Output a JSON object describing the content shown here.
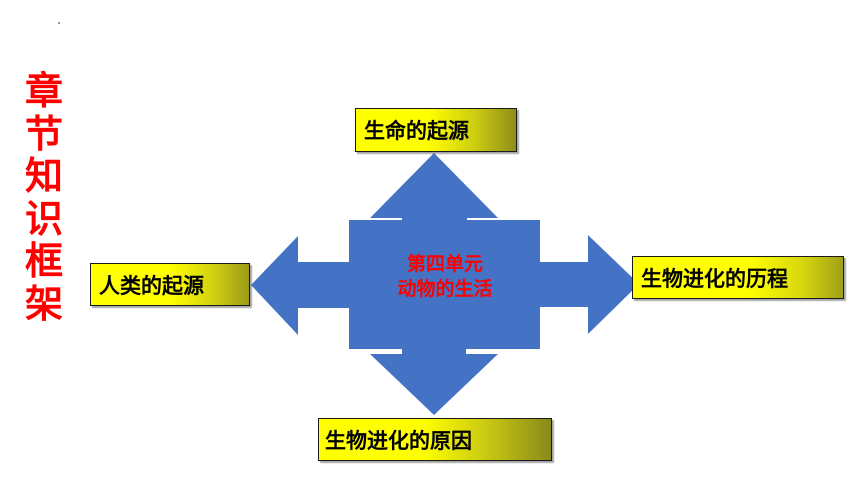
{
  "side_title": [
    "章",
    "节",
    "知",
    "识",
    "框",
    "架"
  ],
  "center": {
    "line1": "第四单元",
    "line2": "动物的生活"
  },
  "boxes": {
    "top": "生命的起源",
    "left": "人类的起源",
    "right": "生物进化的历程",
    "bottom": "生物进化的原因"
  },
  "colors": {
    "title_red": "#ff0000",
    "arrow_blue": "#4472c4",
    "box_yellow": "#ffff00"
  }
}
